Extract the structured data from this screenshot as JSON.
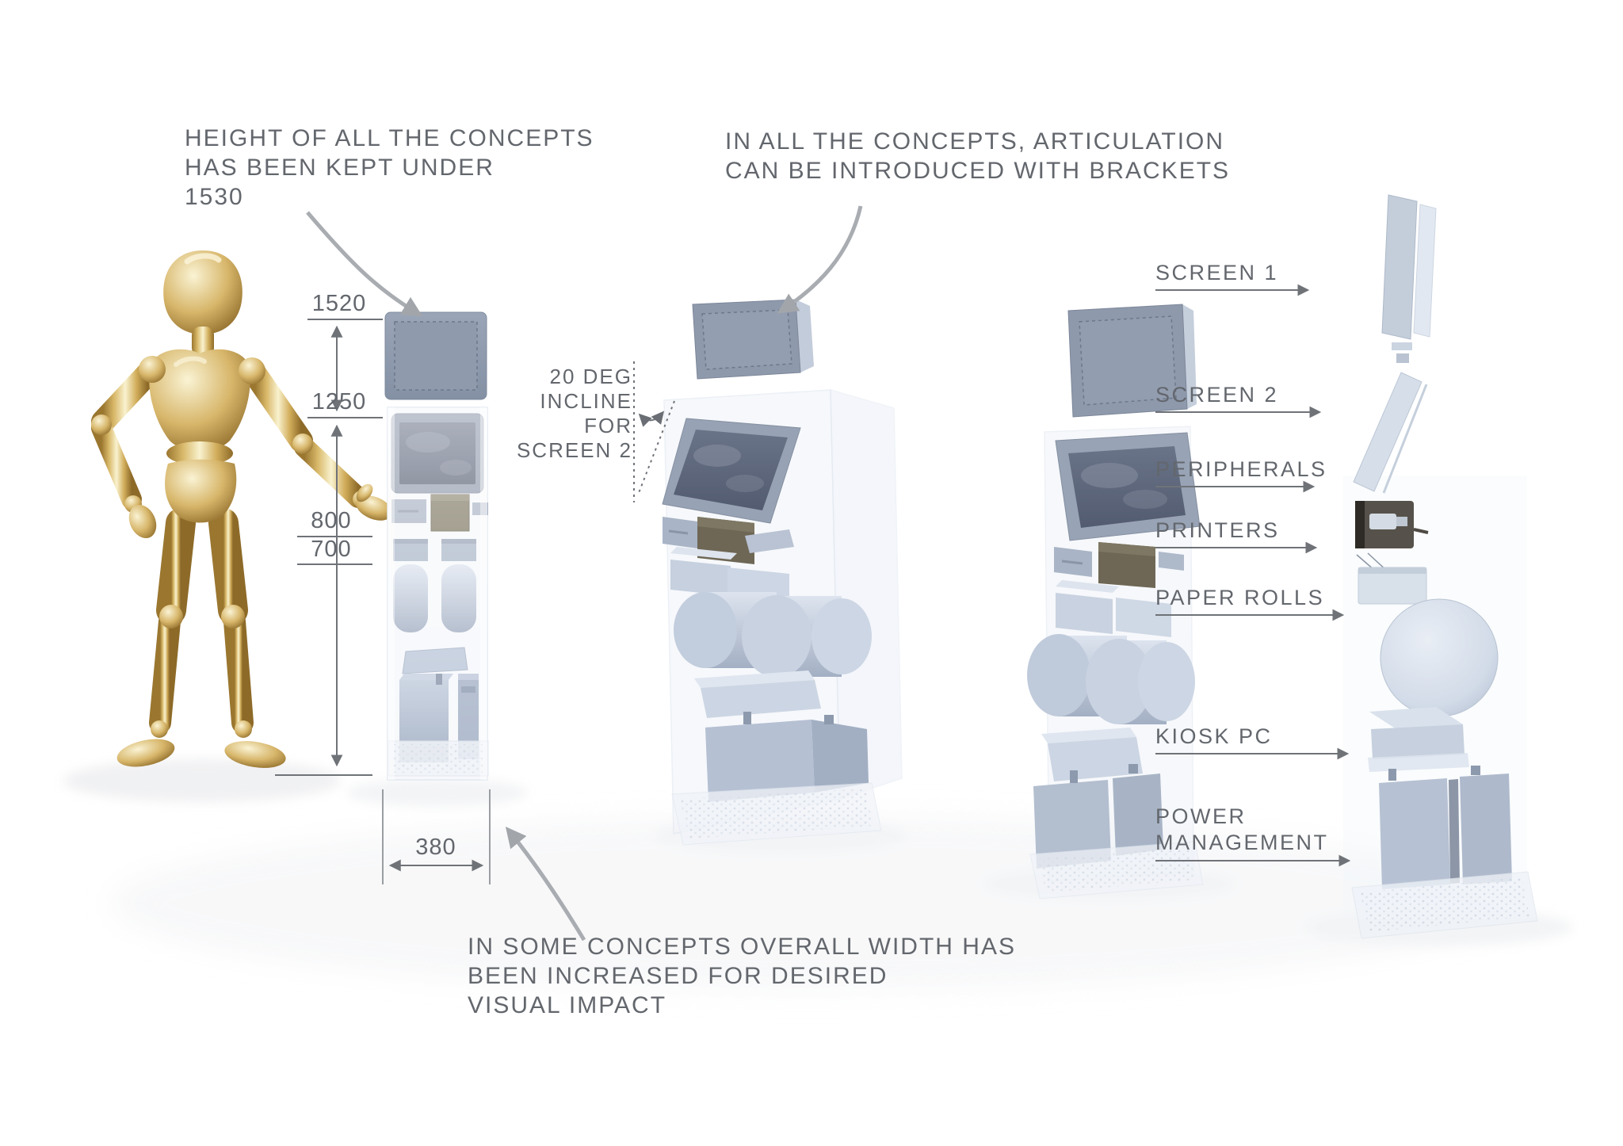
{
  "notes": {
    "height_limit": "HEIGHT OF ALL THE CONCEPTS\nHAS BEEN KEPT UNDER\n1530",
    "articulation": "IN ALL THE CONCEPTS, ARTICULATION\nCAN BE INTRODUCED WITH BRACKETS",
    "width_increase": "IN SOME CONCEPTS OVERALL WIDTH HAS\nBEEN INCREASED FOR DESIRED\nVISUAL IMPACT",
    "screen2_incline": "20 DEG\nINCLINE\nFOR\nSCREEN 2"
  },
  "dimensions": {
    "screen1_top": "1520",
    "screen2_top": "1250",
    "peripherals_level": "800",
    "printers_level": "700",
    "kiosk_width": "380"
  },
  "components": [
    {
      "label": "SCREEN 1"
    },
    {
      "label": "SCREEN 2"
    },
    {
      "label": "PERIPHERALS"
    },
    {
      "label": "PRINTERS"
    },
    {
      "label": "PAPER ROLLS"
    },
    {
      "label": "KIOSK PC"
    },
    {
      "label": "POWER MANAGEMENT"
    }
  ],
  "colors": {
    "text": "#63676d",
    "dimension_line": "#6f7378",
    "curved_arrow": "#a9adb2",
    "screen_bezel": "#8e99ac",
    "screen_dark": "#5f6879",
    "component_blue": "#b3bfd3",
    "peripheral_dark": "#6e6755",
    "mannequin_gold": "#d7b96f"
  }
}
